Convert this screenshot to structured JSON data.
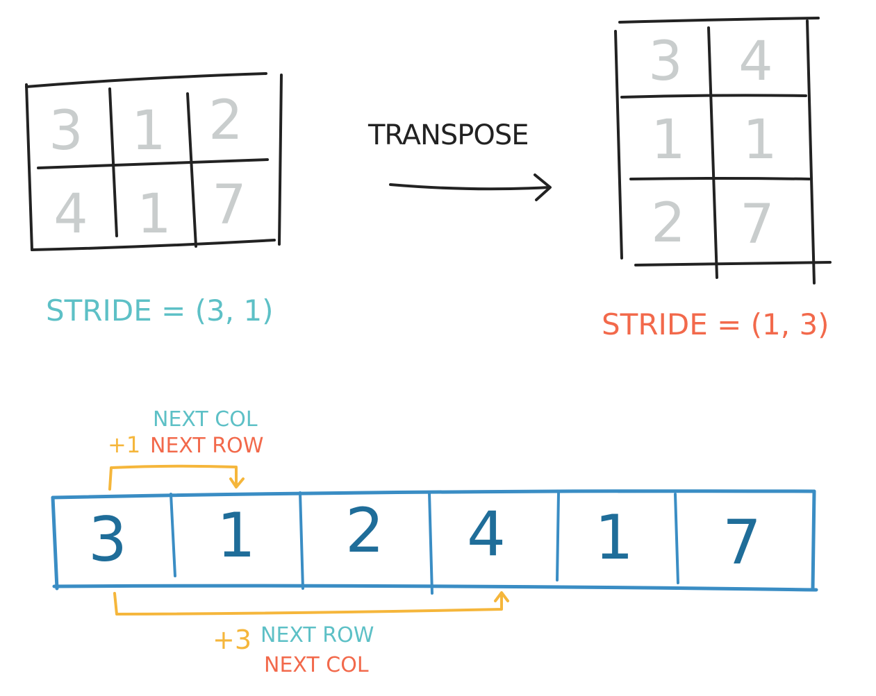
{
  "colors": {
    "ink": "#222222",
    "grey_digit": "#c9cdcd",
    "teal": "#5dc0c6",
    "orange": "#f2694b",
    "yellow": "#f5b63b",
    "strip_blue": "#3a8dc4",
    "digit_blue": "#1f6d99"
  },
  "left_matrix": {
    "rows": [
      [
        "3",
        "1",
        "2"
      ],
      [
        "4",
        "1",
        "7"
      ]
    ],
    "stride_label": "STRIDE = (3, 1)"
  },
  "transpose": {
    "label": "TRANSPOSE"
  },
  "right_matrix": {
    "rows": [
      [
        "3",
        "4"
      ],
      [
        "1",
        "1"
      ],
      [
        "2",
        "7"
      ]
    ],
    "stride_label": "STRIDE = (1, 3)"
  },
  "memory": {
    "values": [
      "3",
      "1",
      "2",
      "4",
      "1",
      "7"
    ]
  },
  "top_annotation": {
    "step": "+1",
    "teal_label": "NEXT COL",
    "orange_label": "NEXT ROW"
  },
  "bottom_annotation": {
    "step": "+3",
    "teal_label": "NEXT ROW",
    "orange_label": "NEXT COL"
  }
}
